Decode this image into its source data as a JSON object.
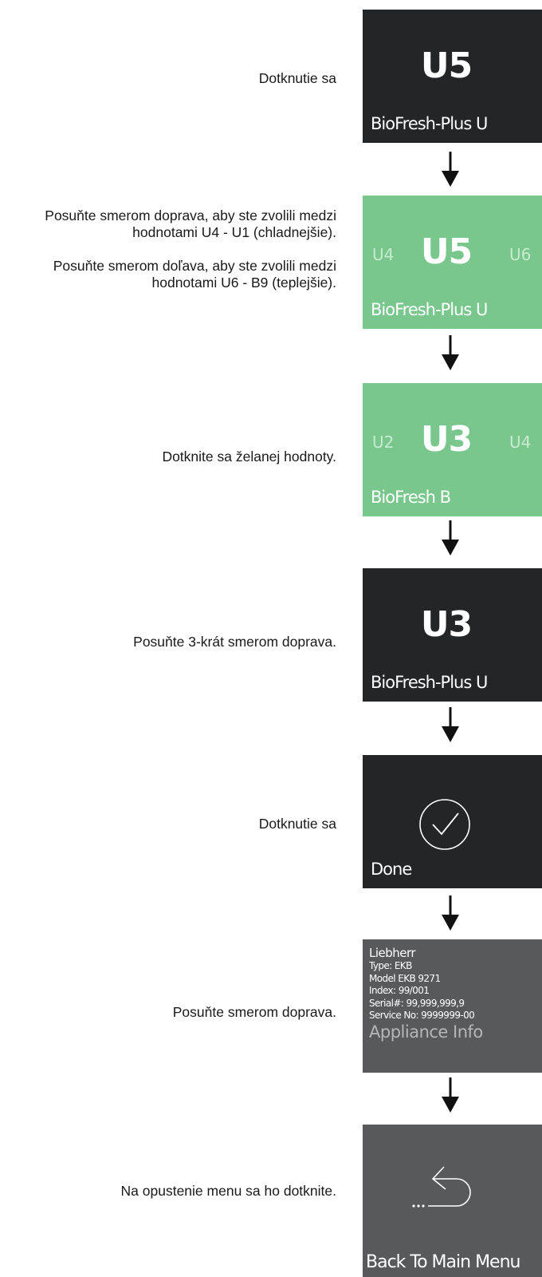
{
  "steps": [
    {
      "instructions": [
        "Dotknutie sa"
      ],
      "panel": {
        "style": "dark",
        "value": "U5",
        "label": "BioFresh-Plus U"
      }
    },
    {
      "instructions": [
        "Posuňte smerom doprava, aby ste zvolili medzi hodnotami U4 - U1 (chladnejšie).",
        "Posuňte smerom doľava, aby ste zvolili medzi hodnotami U6 - B9 (teplejšie)."
      ],
      "panel": {
        "style": "green",
        "left_value": "U4",
        "value": "U5",
        "right_value": "U6",
        "label": "BioFresh-Plus U"
      }
    },
    {
      "instructions": [
        "Dotknite sa želanej hodnoty."
      ],
      "panel": {
        "style": "green",
        "left_value": "U2",
        "value": "U3",
        "right_value": "U4",
        "label": "BioFresh B"
      }
    },
    {
      "instructions": [
        "Posuňte 3-krát smerom doprava."
      ],
      "panel": {
        "style": "dark",
        "value": "U3",
        "label": "BioFresh-Plus U"
      }
    },
    {
      "instructions": [
        "Dotknutie sa"
      ],
      "panel": {
        "style": "dark",
        "icon": "checkmark-circle-icon",
        "label": "Done"
      }
    },
    {
      "instructions": [
        "Posuňte smerom doprava."
      ],
      "panel": {
        "style": "gray",
        "brand": "Liebherr",
        "type": "Type: EKB",
        "model": "Model EKB 9271",
        "index": "Index: 99/001",
        "serial": "Serial#: 99,999,999,9",
        "service": "Service No: 9999999-00",
        "label": "Appliance Info"
      }
    },
    {
      "instructions": [
        "Na opustenie menu sa ho dotknite."
      ],
      "panel": {
        "style": "gray",
        "icon": "back-arrow-icon",
        "label": "Back To Main Menu"
      }
    }
  ],
  "colors": {
    "dark": "#232526",
    "green": "#79c78c",
    "gray": "#58595b"
  },
  "arrow_icon": "down-arrow-icon"
}
